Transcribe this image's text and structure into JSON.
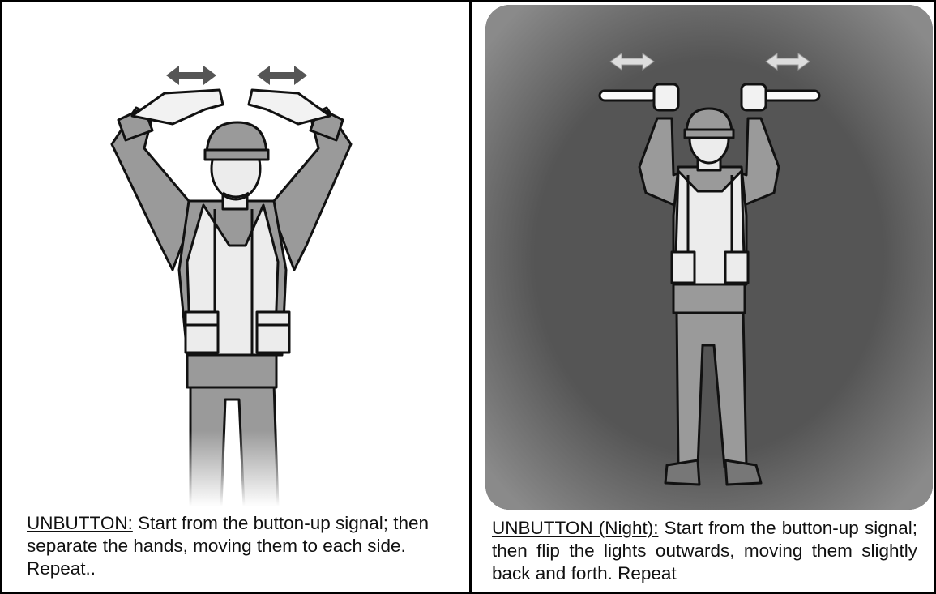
{
  "panels": [
    {
      "term": "UNBUTTON:",
      "description": "  Start from the button-up signal; then separate the hands, moving them  to each side. Repeat..",
      "figure_icon": "signaller-day-hands-icon"
    },
    {
      "term": "UNBUTTON (Night):",
      "description": "  Start from the button-up signal; then flip the lights outwards, moving them slightly back and forth. Repeat",
      "figure_icon": "signaller-night-lights-icon"
    }
  ],
  "colors": {
    "border": "#000000",
    "night_background": "#555555",
    "clothing": "#9a9a9a",
    "vest": "#ececec",
    "arrow_day": "#555555",
    "arrow_night": "#dddddd"
  }
}
